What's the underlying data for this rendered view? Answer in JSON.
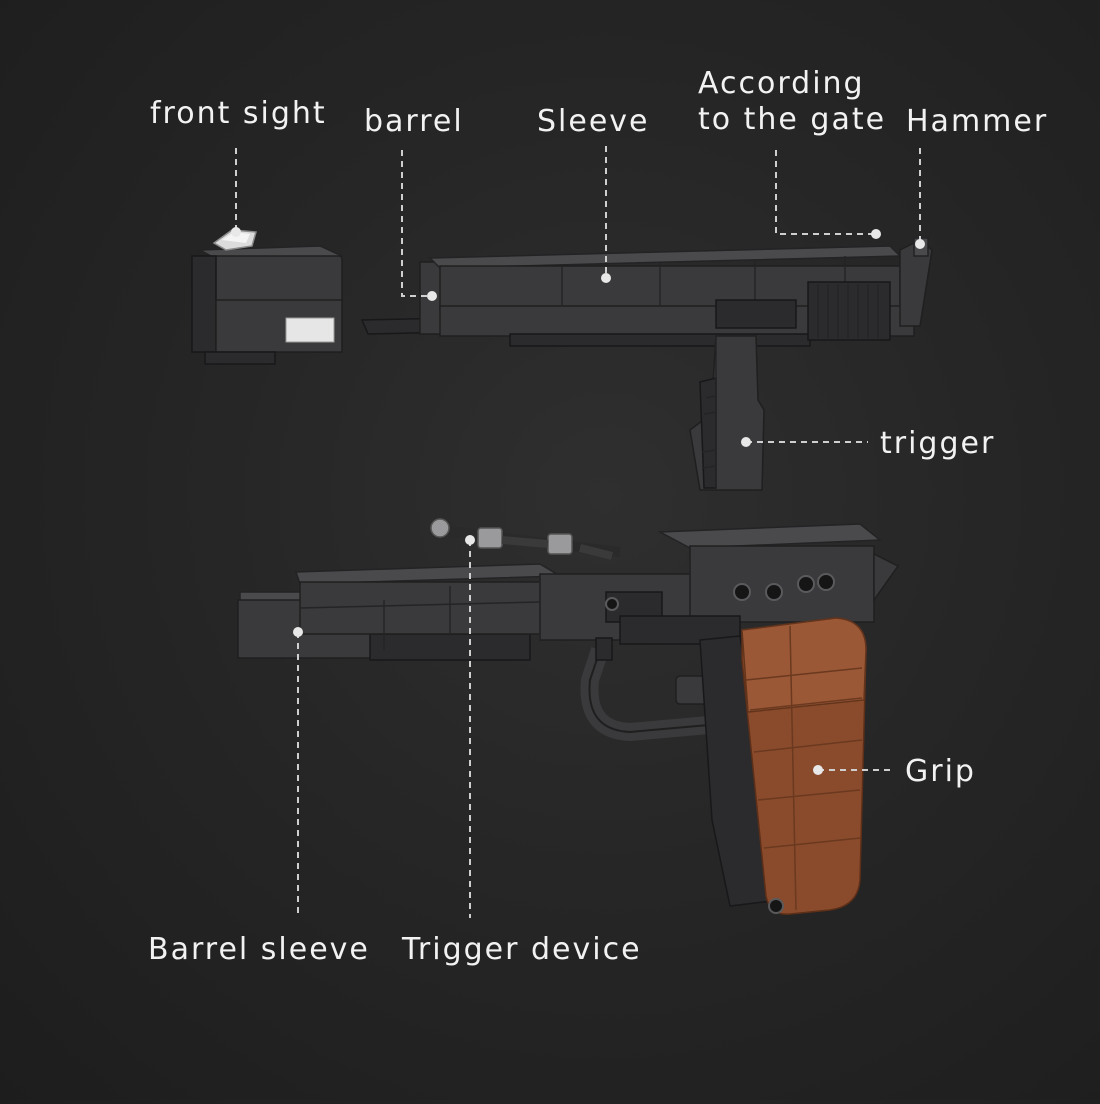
{
  "labels": {
    "front_sight": "front sight",
    "barrel": "barrel",
    "sleeve": "Sleeve",
    "according_line1": "According",
    "according_line2": "to the gate",
    "hammer": "Hammer",
    "trigger": "trigger",
    "grip": "Grip",
    "barrel_sleeve": "Barrel sleeve",
    "trigger_device": "Trigger device"
  },
  "colors": {
    "background": "#262626",
    "text": "#f2f2f2",
    "leader_line": "#cfcfcf",
    "brick_dark": "#3a3a3c",
    "grip_wood": "#8a4b2c"
  }
}
